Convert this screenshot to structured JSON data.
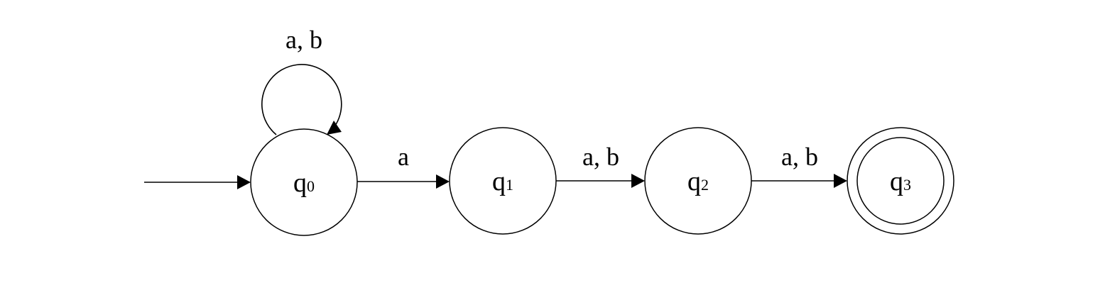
{
  "diagram": {
    "type": "finite-automaton",
    "initial_state": "q0",
    "accepting_states": [
      "q3"
    ],
    "states": [
      {
        "id": "q0",
        "name": "q",
        "subscript": "0",
        "accepting": false
      },
      {
        "id": "q1",
        "name": "q",
        "subscript": "1",
        "accepting": false
      },
      {
        "id": "q2",
        "name": "q",
        "subscript": "2",
        "accepting": false
      },
      {
        "id": "q3",
        "name": "q",
        "subscript": "3",
        "accepting": true
      }
    ],
    "transitions": [
      {
        "from": "q0",
        "to": "q0",
        "label": "a, b"
      },
      {
        "from": "q0",
        "to": "q1",
        "label": "a"
      },
      {
        "from": "q1",
        "to": "q2",
        "label": "a, b"
      },
      {
        "from": "q2",
        "to": "q3",
        "label": "a, b"
      }
    ]
  }
}
